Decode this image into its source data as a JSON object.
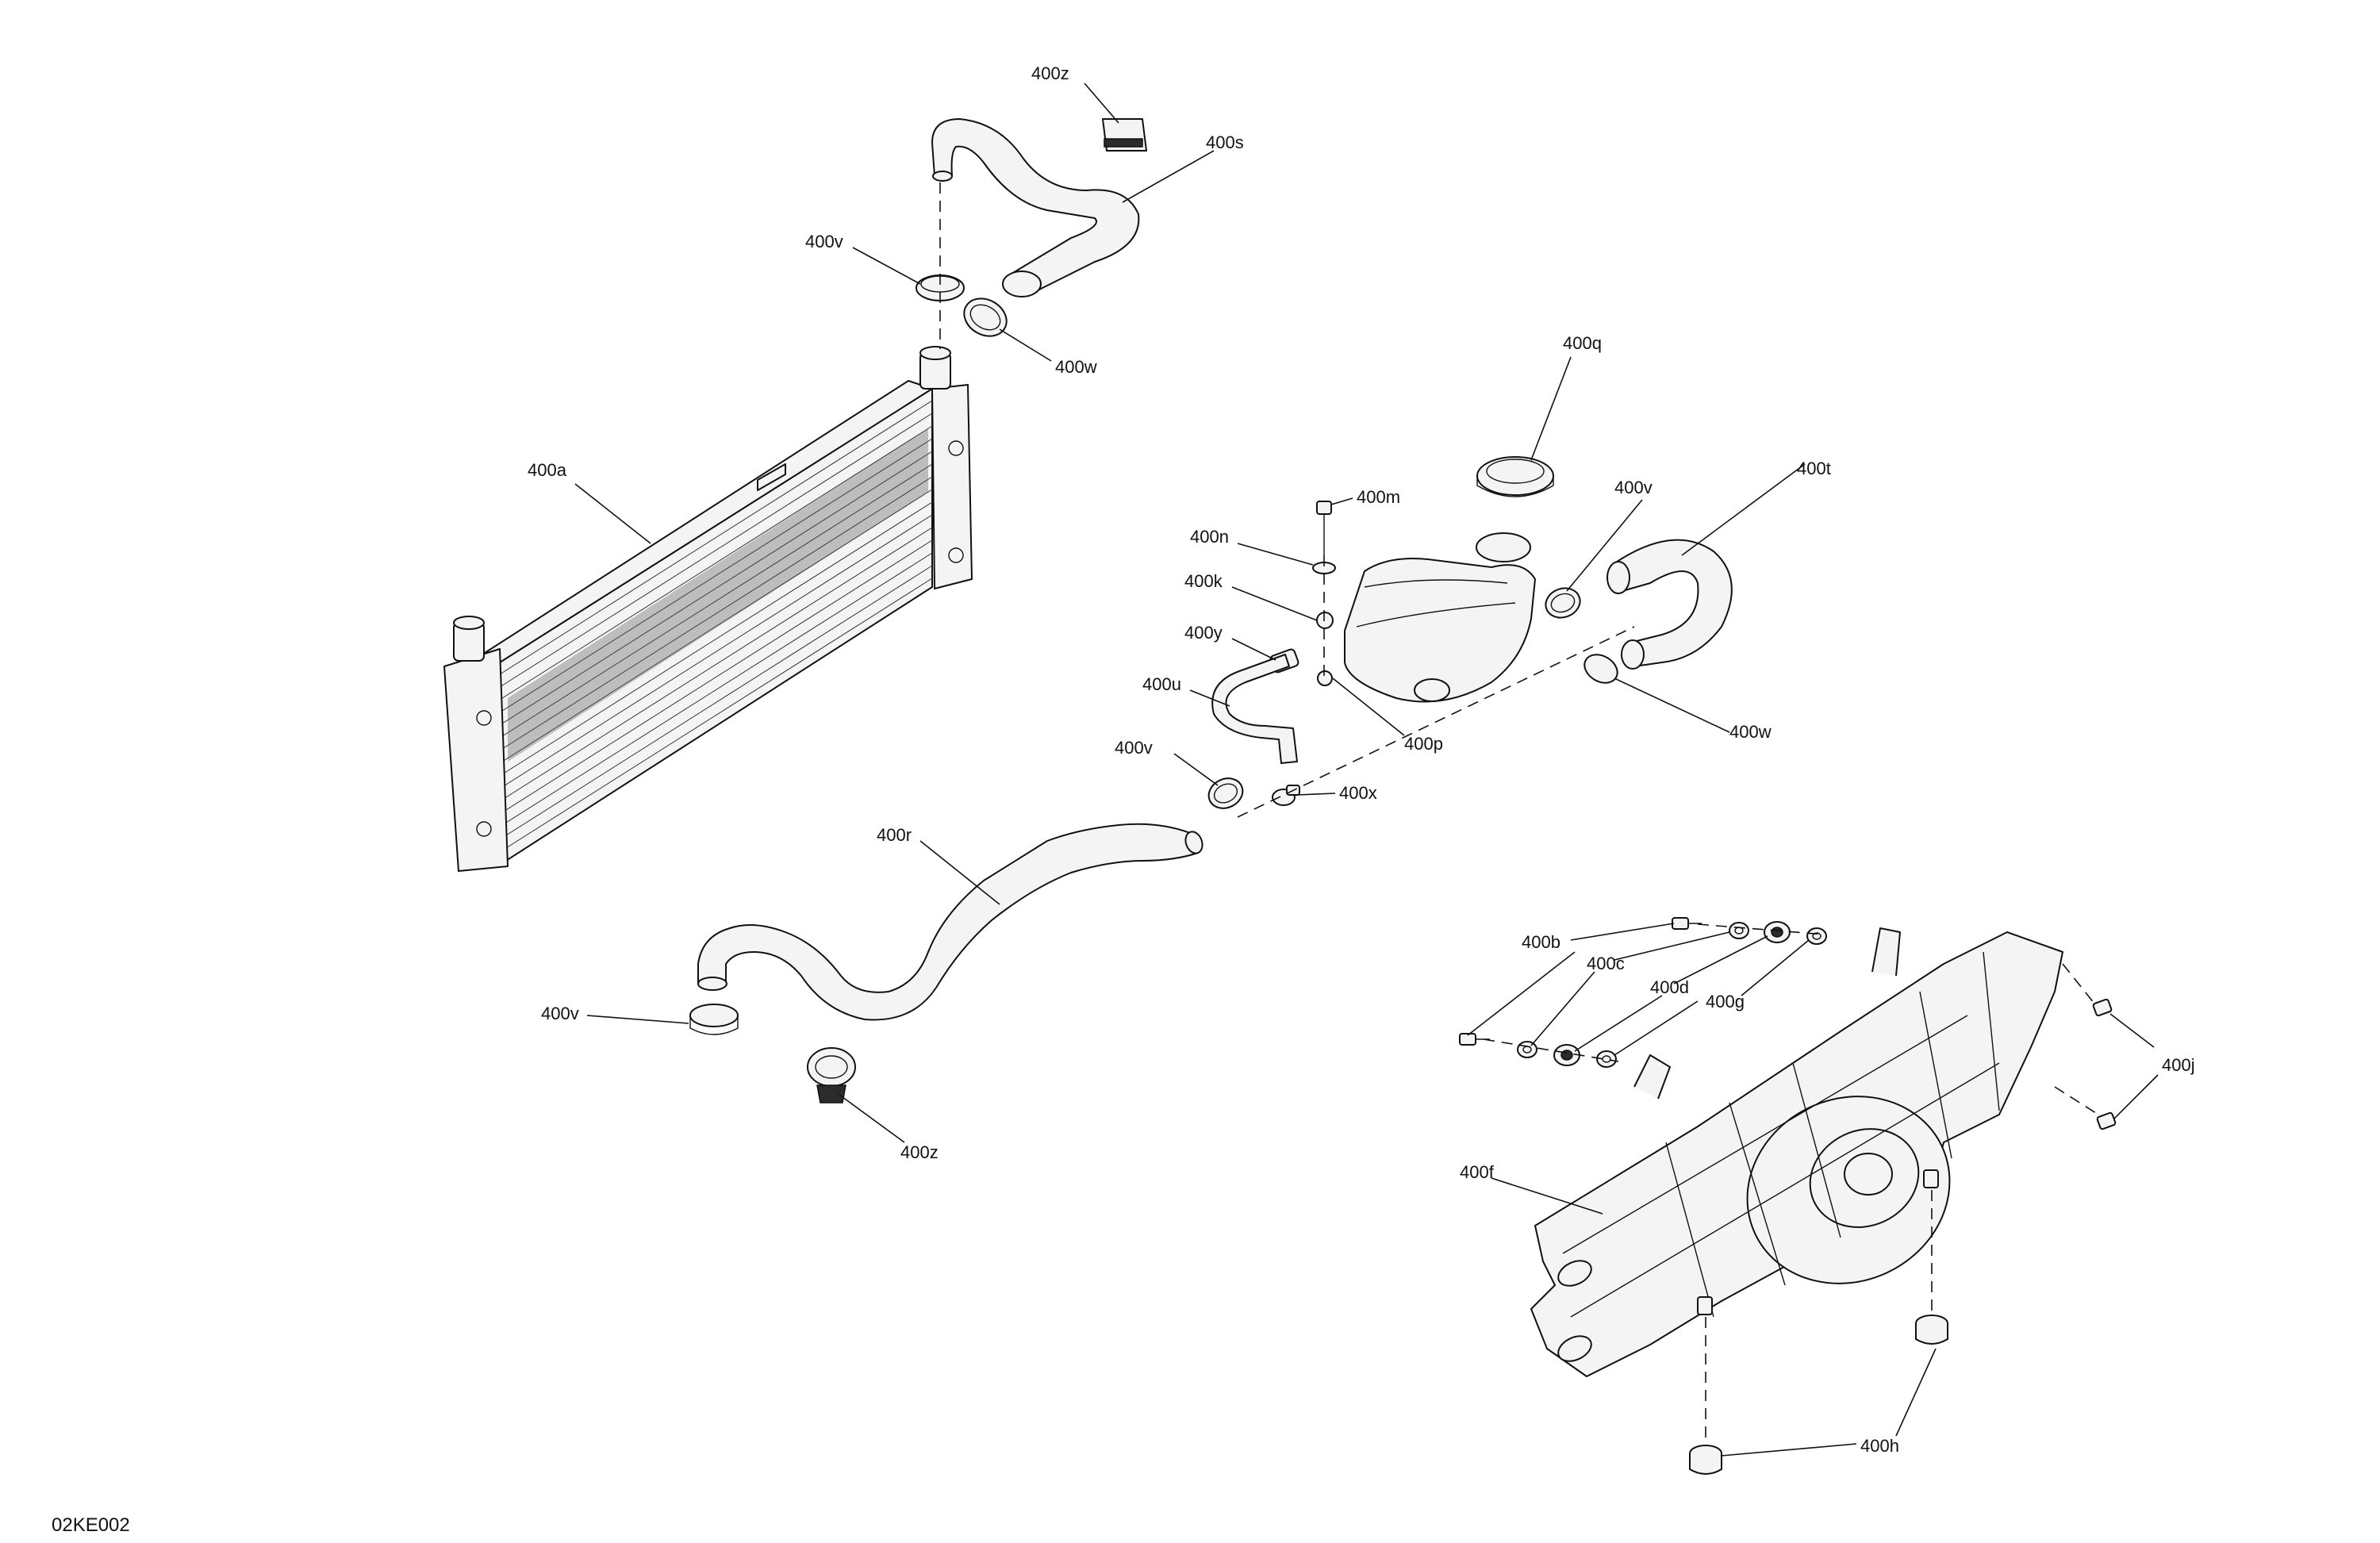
{
  "figure_id": "02KE002",
  "callouts": {
    "c400z_top": "400z",
    "c400s": "400s",
    "c400v_top": "400v",
    "c400w_top": "400w",
    "c400a": "400a",
    "c400q": "400q",
    "c400m": "400m",
    "c400n": "400n",
    "c400k": "400k",
    "c400y": "400y",
    "c400u": "400u",
    "c400v_mid": "400v",
    "c400t": "400t",
    "c400p": "400p",
    "c400w_right": "400w",
    "c400v_left": "400v",
    "c400x": "400x",
    "c400r": "400r",
    "c400v_bottom": "400v",
    "c400z_bottom": "400z",
    "c400b": "400b",
    "c400c": "400c",
    "c400d": "400d",
    "c400g": "400g",
    "c400j": "400j",
    "c400f": "400f",
    "c400h": "400h"
  }
}
